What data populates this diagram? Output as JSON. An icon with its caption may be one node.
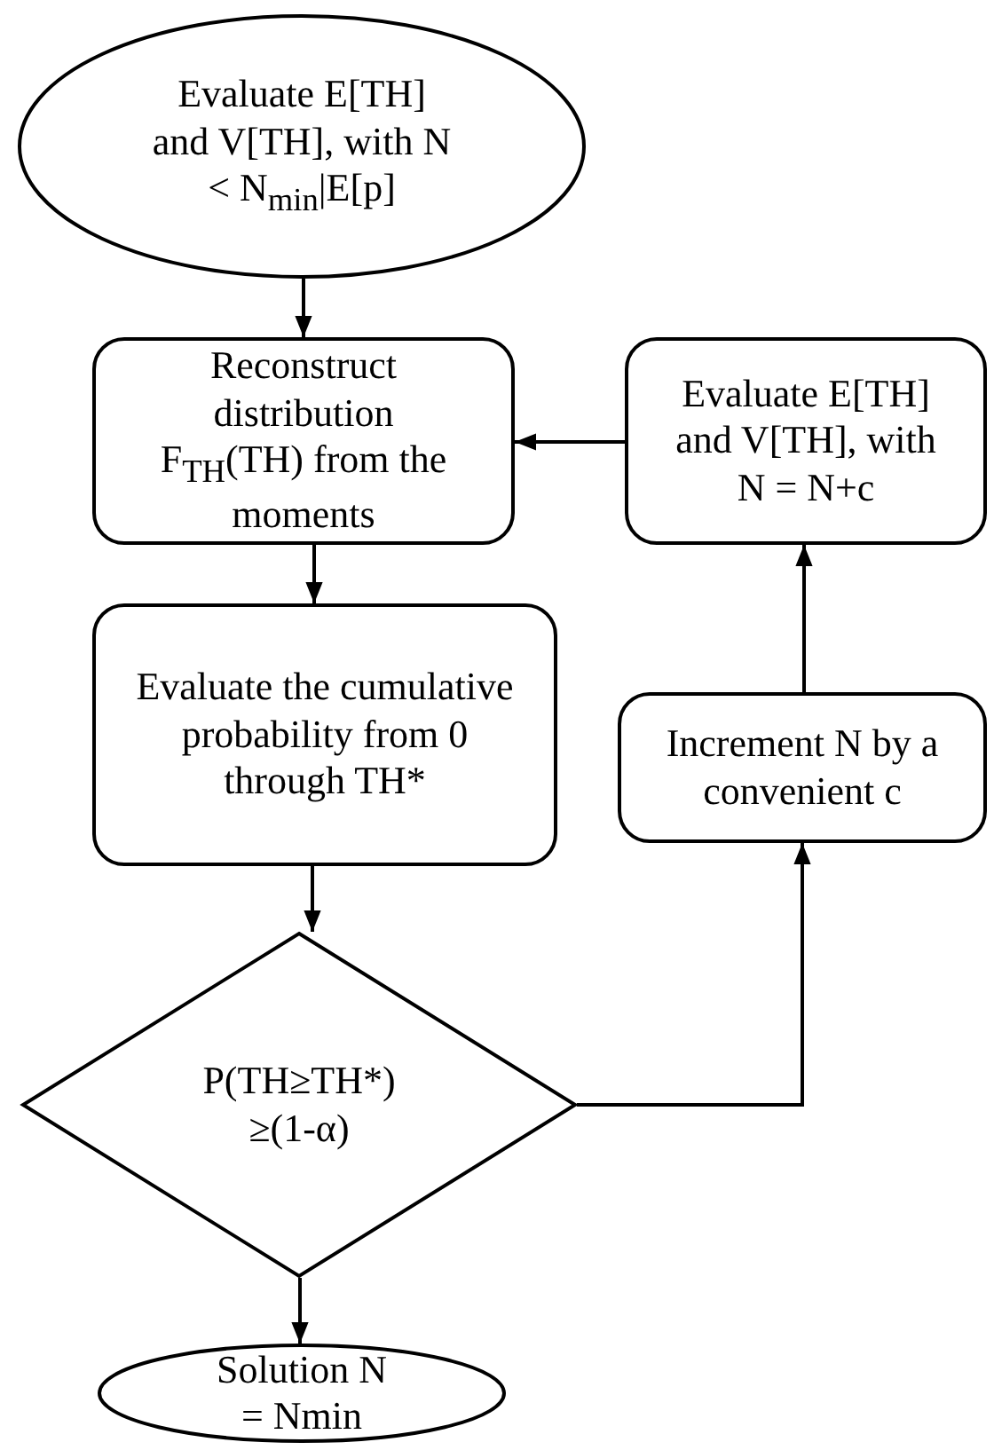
{
  "diagram": {
    "nodes": [
      {
        "text": [
          "Evaluate E[TH] and V[TH], with N < N$_{min}$|E[p]"
        ]
      },
      {
        "text": [
          "Reconstruct distribution F$_{TH}$(TH) from the moments"
        ]
      },
      {
        "text": [
          "Evaluate the cumulative probability from 0 through TH*"
        ]
      },
      {
        "text": [
          "P(TH≥TH*) ≥(1-α)"
        ]
      },
      {
        "text": [
          "Solution N = Nmin"
        ]
      },
      {
        "text": [
          "Evaluate E[TH] and V[TH], with N = N+c"
        ]
      },
      {
        "text": [
          "Increment N by a convenient c"
        ]
      }
    ],
    "edges": [
      {
        "from": 0,
        "to": 1,
        "arrow": "to"
      },
      {
        "from": 1,
        "to": 2,
        "arrow": "to"
      },
      {
        "from": 2,
        "to": 3,
        "arrow": "to"
      },
      {
        "from": 3,
        "to": 4,
        "arrow": "to"
      },
      {
        "from": 3,
        "to": 6,
        "arrow": "to"
      },
      {
        "from": 6,
        "to": 5,
        "arrow": "to"
      },
      {
        "from": 5,
        "to": 1,
        "arrow": "to"
      }
    ]
  }
}
